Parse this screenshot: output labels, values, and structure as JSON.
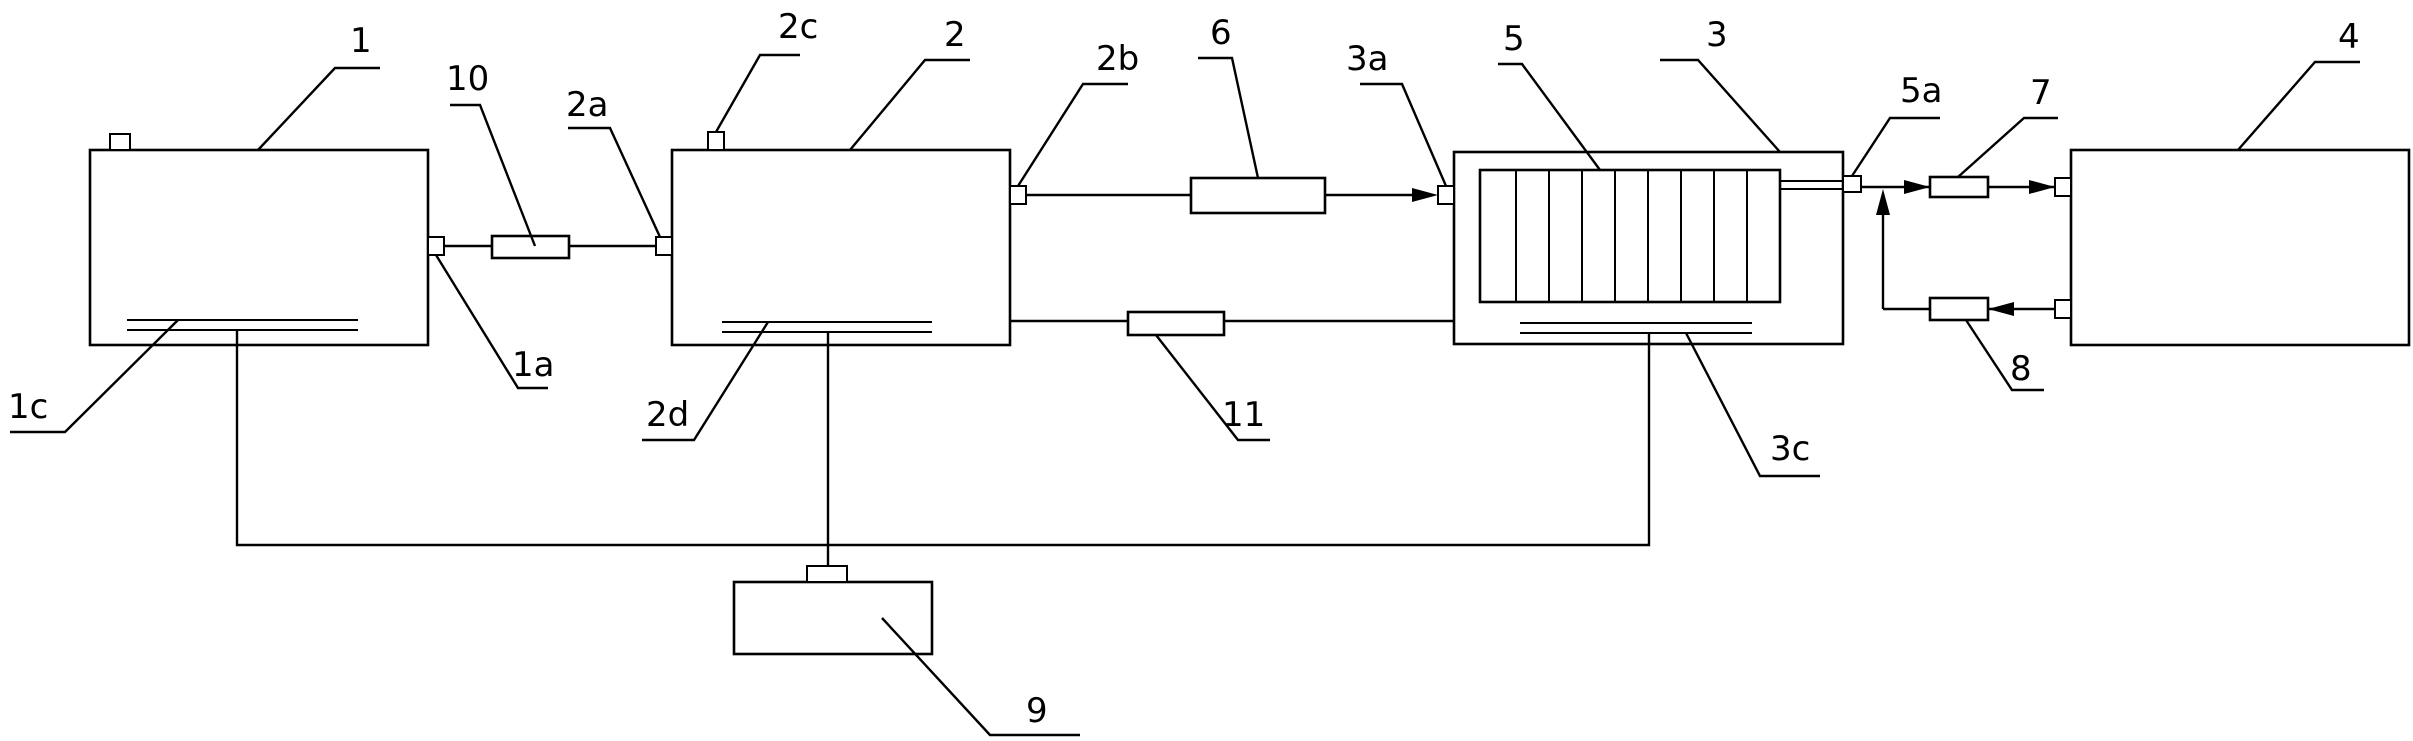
{
  "labels": {
    "l1": "1",
    "l10": "10",
    "l2a": "2a",
    "l2c": "2c",
    "l2": "2",
    "l2b": "2b",
    "l6": "6",
    "l3a": "3a",
    "l5": "5",
    "l3": "3",
    "l5a": "5a",
    "l7": "7",
    "l4": "4",
    "l1a": "1a",
    "l1c": "1c",
    "l2d": "2d",
    "l11": "11",
    "l3c": "3c",
    "l8": "8",
    "l9": "9"
  }
}
